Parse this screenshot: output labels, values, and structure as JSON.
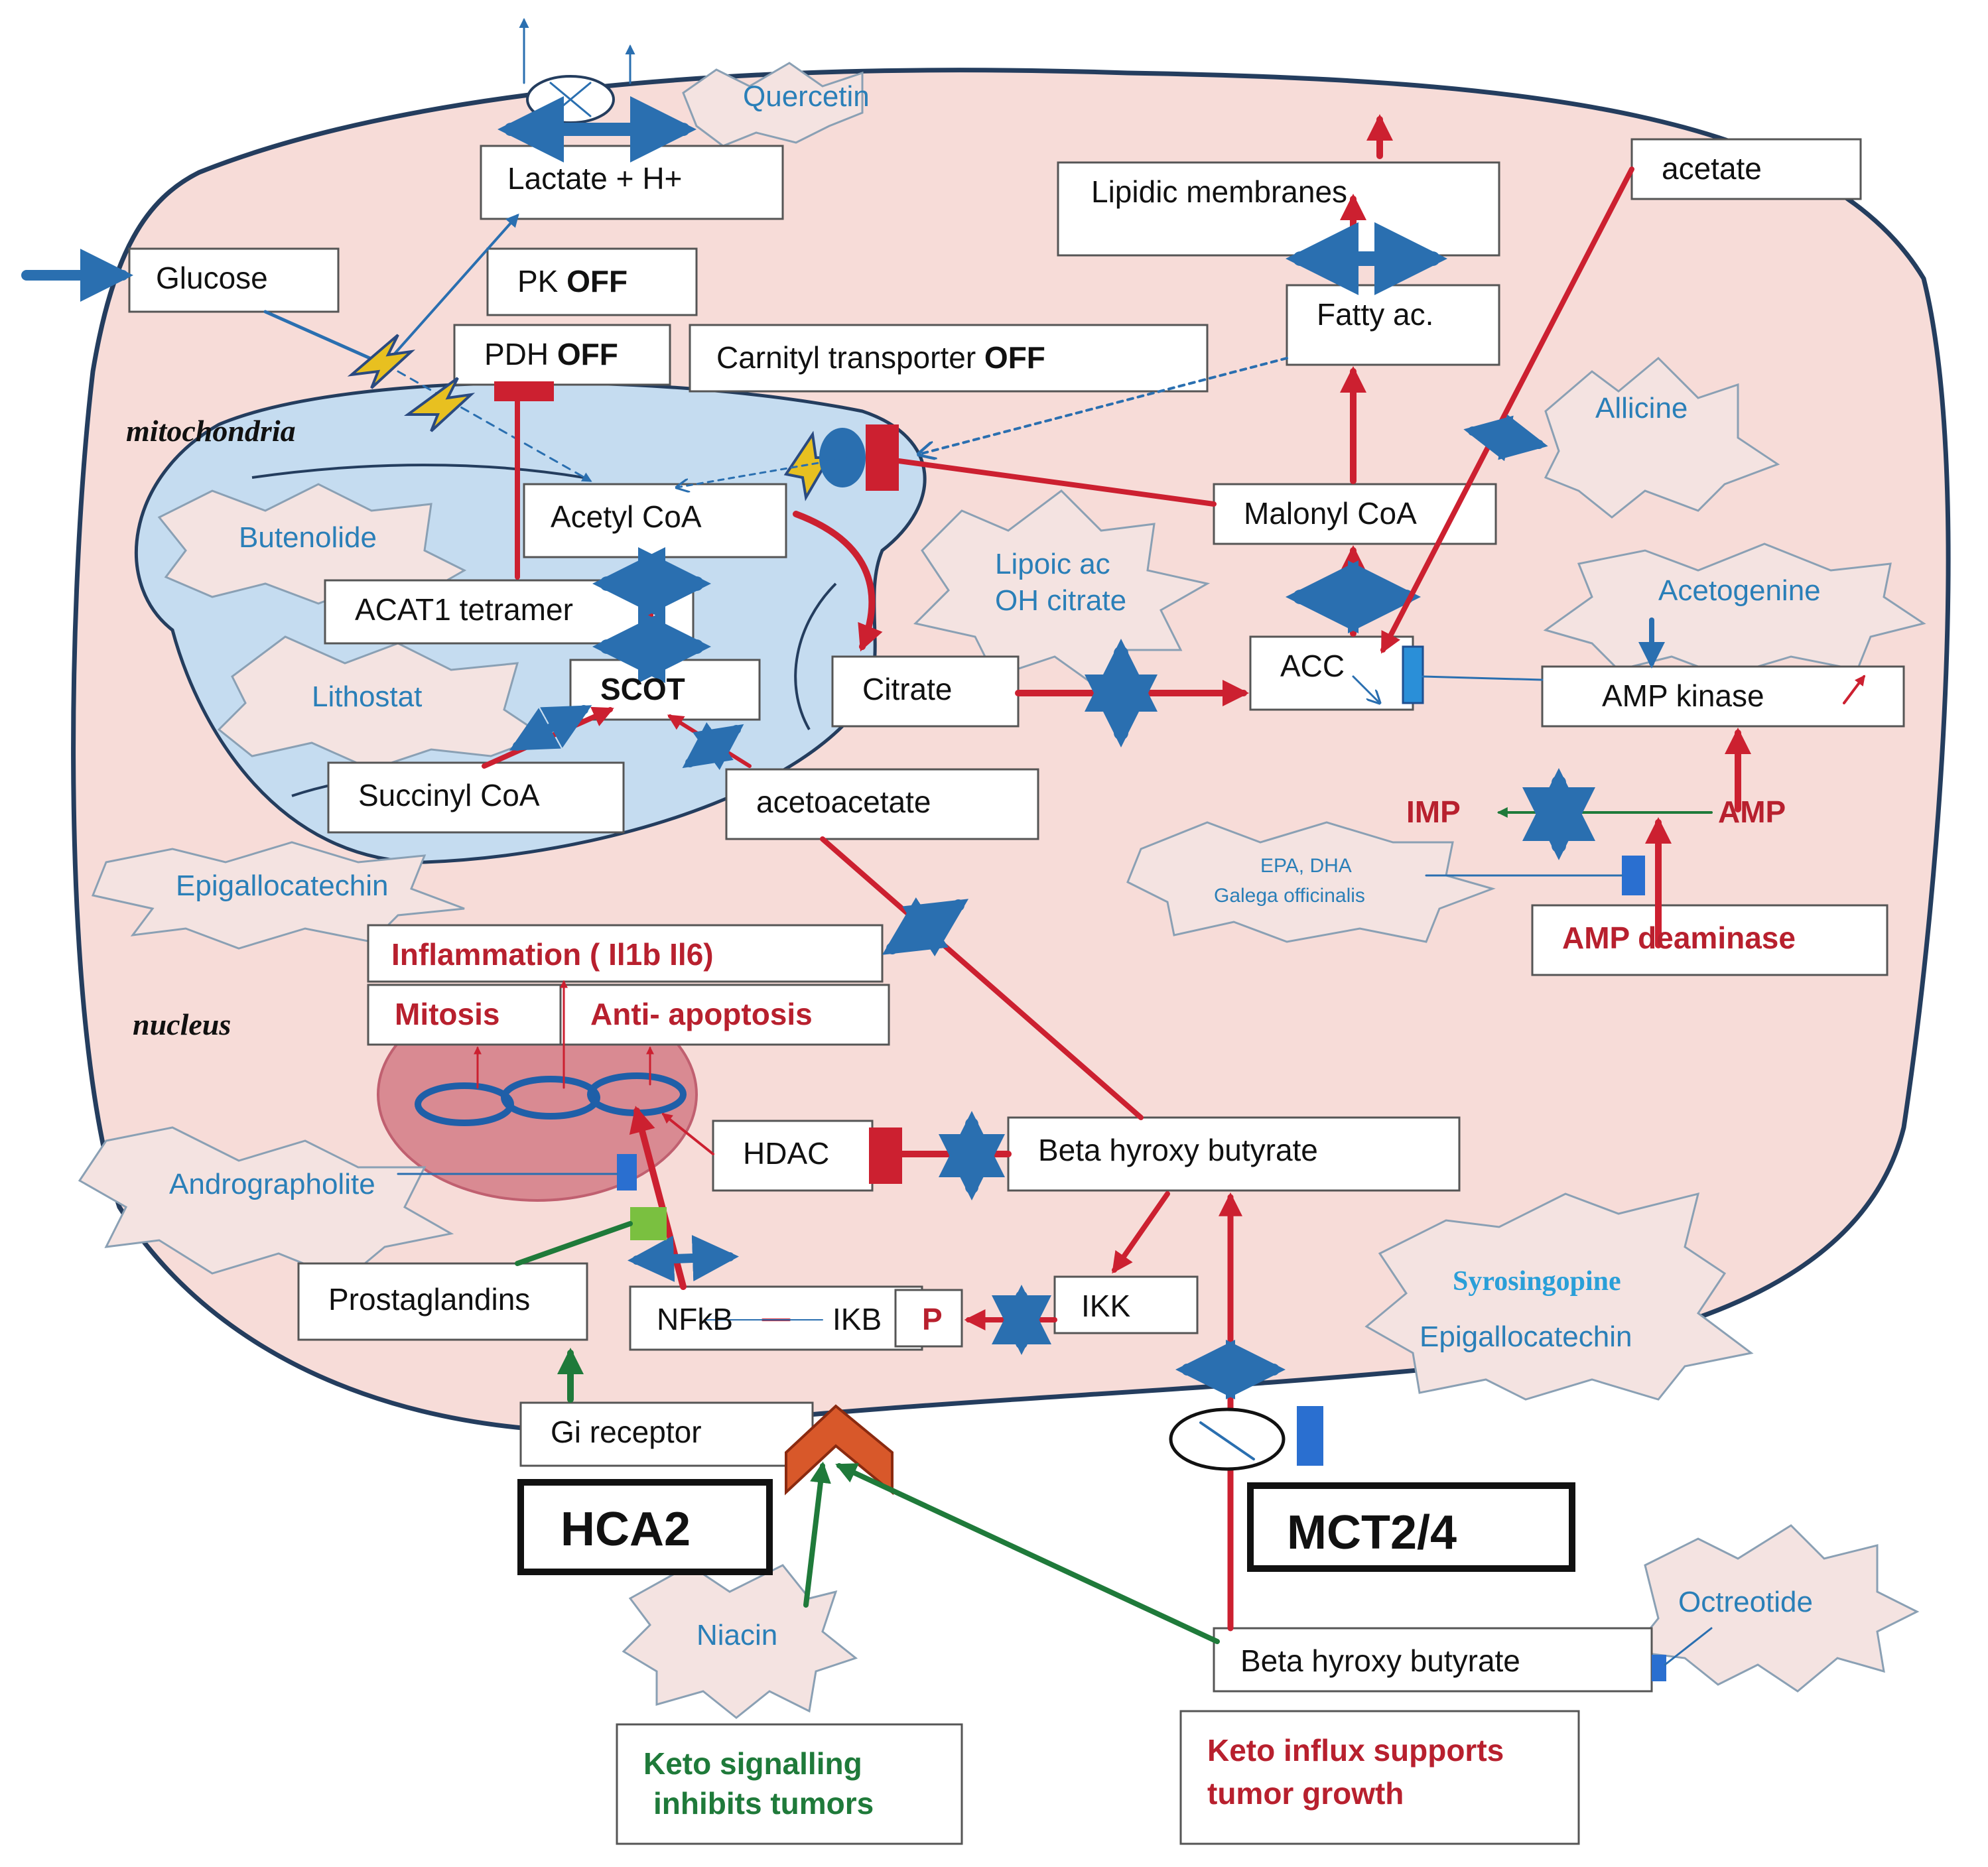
{
  "glucose": "Glucose",
  "lactate": "Lactate + H+",
  "pk": {
    "name": "PK",
    "state": "OFF"
  },
  "pdh": {
    "name": "PDH",
    "state": "OFF"
  },
  "carnityl": {
    "name": "Carnityl  transporter",
    "state": "OFF"
  },
  "lipidic_membranes": "Lipidic membranes",
  "fatty_acids": "Fatty ac.",
  "acetate": "acetate",
  "malonyl_coa": "Malonyl CoA",
  "acetyl_coa": "Acetyl CoA",
  "acat1": "ACAT1 tetramer",
  "scot": "SCOT",
  "succinyl_coa": "Succinyl CoA",
  "acetoacetate": "acetoacetate",
  "citrate": "Citrate",
  "acc": "ACC",
  "amp_kinase": "AMP kinase",
  "amp": "AMP",
  "imp": "IMP",
  "amp_deaminase": "AMP deaminase",
  "inflammation": "Inflammation ( Il1b Il6)",
  "mitosis": "Mitosis",
  "anti_apoptosis": "Anti- apoptosis",
  "hdac": "HDAC",
  "bhb_inside": "Beta hyroxy butyrate",
  "bhb_outside": "Beta hyroxy butyrate",
  "ikk": "IKK",
  "phospho": "P",
  "nfkb": "NFkB",
  "ikb": "IKB",
  "prostaglandins": "Prostaglandins",
  "gi_receptor": "Gi  receptor",
  "hca2": "HCA2",
  "mct": "MCT2/4",
  "organelles": {
    "mitochondria": "mitochondria",
    "nucleus": "nucleus"
  },
  "drugs": {
    "quercetin": "Quercetin",
    "allicine": "Allicine",
    "butenolide": "Butenolide",
    "lithostat": "Lithostat",
    "lipoic_1": "Lipoic ac",
    "lipoic_2": "OH citrate",
    "acetogenine": "Acetogenine",
    "epigallocatechin_1": "Epigallocatechin",
    "epa_1": "EPA, DHA",
    "epa_2": "Galega officinalis",
    "andrographolite": "Andrographolite",
    "syrosingopine": "Syrosingopine",
    "epigallocatechin_2": "Epigallocatechin",
    "niacin": "Niacin",
    "octreotide": "Octreotide"
  },
  "legend": {
    "green_1": "Keto signalling",
    "green_2": "inhibits tumors",
    "red_1": "Keto influx supports",
    "red_2": "tumor growth"
  },
  "colors": {
    "cell_fill": "#f7dcd8",
    "mito_fill": "#c5dcf0",
    "nucleus_fill": "#d98a92",
    "activation_red": "#cc2030",
    "inhibition_blue": "#2a6fb0",
    "signal_green": "#1f7a3a"
  }
}
